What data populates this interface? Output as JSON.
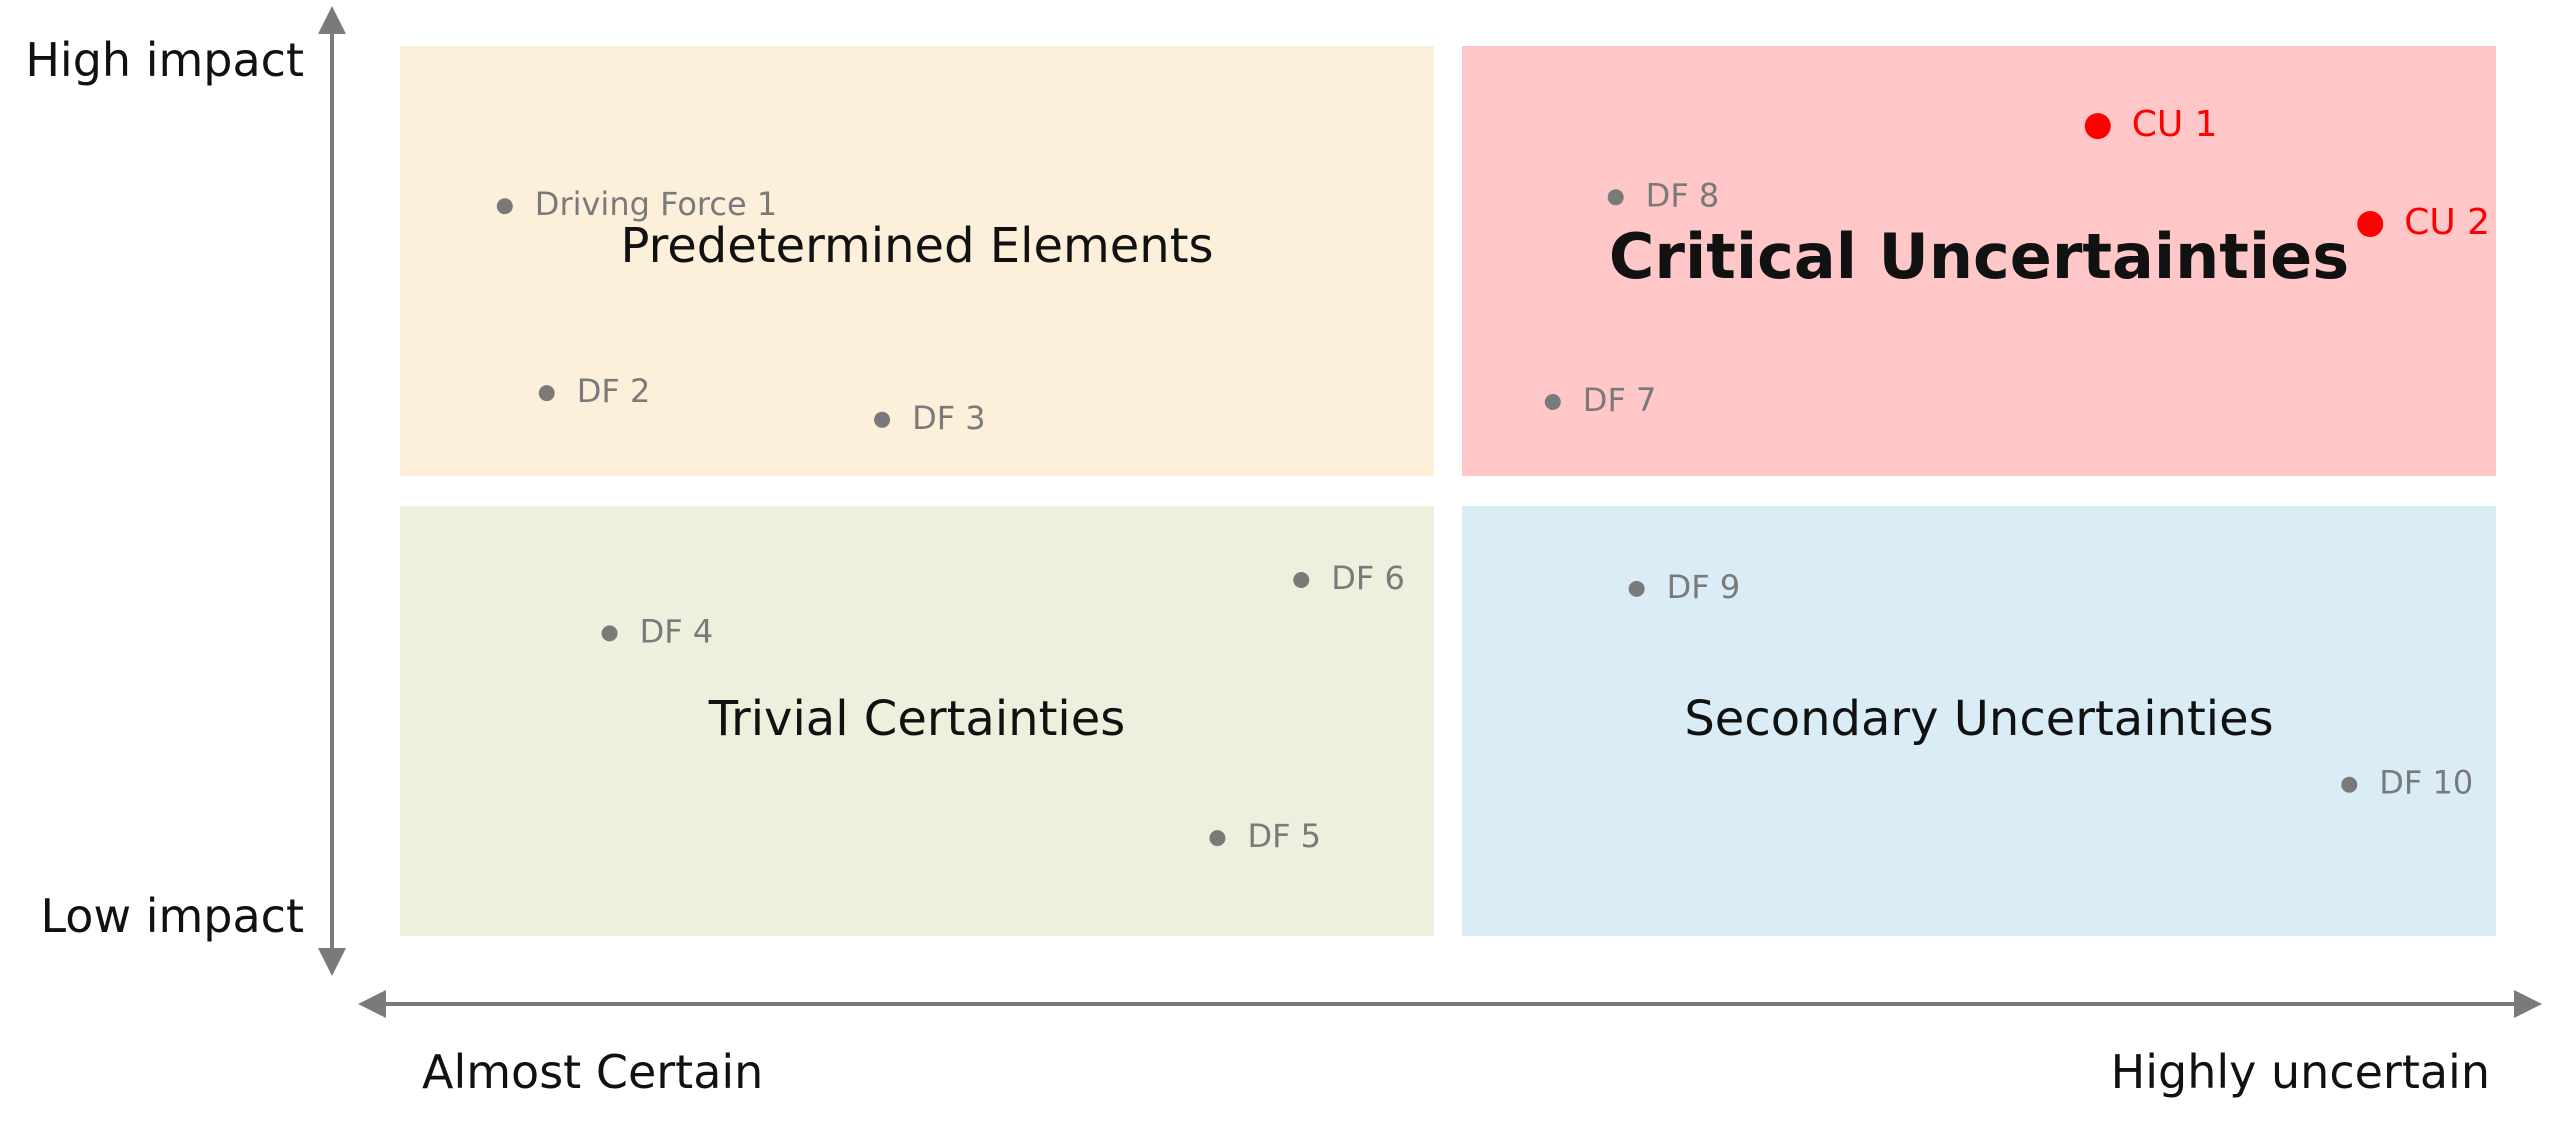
{
  "axes": {
    "y_top_label": "High impact",
    "y_bottom_label": "Low impact",
    "x_left_label": "Almost Certain",
    "x_right_label": "Highly uncertain",
    "color": "#7a7a7a"
  },
  "quadrants": [
    {
      "id": "predetermined",
      "title": "Predetermined Elements",
      "fill": "#fdf0da",
      "title_color": "#111111",
      "emphasis": false
    },
    {
      "id": "critical",
      "title": "Critical Uncertainties",
      "fill": "#ffc7c7",
      "title_color": "#ff0000",
      "emphasis": true
    },
    {
      "id": "trivial",
      "title": "Trivial Certainties",
      "fill": "#edf0dc",
      "title_color": "#111111",
      "emphasis": false
    },
    {
      "id": "secondary",
      "title": "Secondary Uncertainties",
      "fill": "#daedf7",
      "title_color": "#111111",
      "emphasis": false
    }
  ],
  "points": [
    {
      "id": "driving-force-1",
      "label": "Driving Force 1",
      "uncertainty": 0.05,
      "impact": 0.82,
      "color": "#7a7a7a",
      "highlight": false
    },
    {
      "id": "df-2",
      "label": "DF 2",
      "uncertainty": 0.07,
      "impact": 0.61,
      "color": "#7a7a7a",
      "highlight": false
    },
    {
      "id": "df-3",
      "label": "DF 3",
      "uncertainty": 0.23,
      "impact": 0.58,
      "color": "#7a7a7a",
      "highlight": false
    },
    {
      "id": "df-4",
      "label": "DF 4",
      "uncertainty": 0.1,
      "impact": 0.34,
      "color": "#7a7a7a",
      "highlight": false
    },
    {
      "id": "df-5",
      "label": "DF 5",
      "uncertainty": 0.39,
      "impact": 0.11,
      "color": "#7a7a7a",
      "highlight": false
    },
    {
      "id": "df-6",
      "label": "DF 6",
      "uncertainty": 0.43,
      "impact": 0.4,
      "color": "#7a7a7a",
      "highlight": false
    },
    {
      "id": "df-7",
      "label": "DF 7",
      "uncertainty": 0.55,
      "impact": 0.6,
      "color": "#7a7a7a",
      "highlight": false
    },
    {
      "id": "df-8",
      "label": "DF 8",
      "uncertainty": 0.58,
      "impact": 0.83,
      "color": "#7a7a7a",
      "highlight": false
    },
    {
      "id": "df-9",
      "label": "DF 9",
      "uncertainty": 0.59,
      "impact": 0.39,
      "color": "#7a7a7a",
      "highlight": false
    },
    {
      "id": "df-10",
      "label": "DF 10",
      "uncertainty": 0.93,
      "impact": 0.17,
      "color": "#7a7a7a",
      "highlight": false
    },
    {
      "id": "cu-1",
      "label": "CU 1",
      "uncertainty": 0.81,
      "impact": 0.91,
      "color": "#ff0000",
      "highlight": true
    },
    {
      "id": "cu-2",
      "label": "CU 2",
      "uncertainty": 0.94,
      "impact": 0.8,
      "color": "#ff0000",
      "highlight": true
    }
  ]
}
